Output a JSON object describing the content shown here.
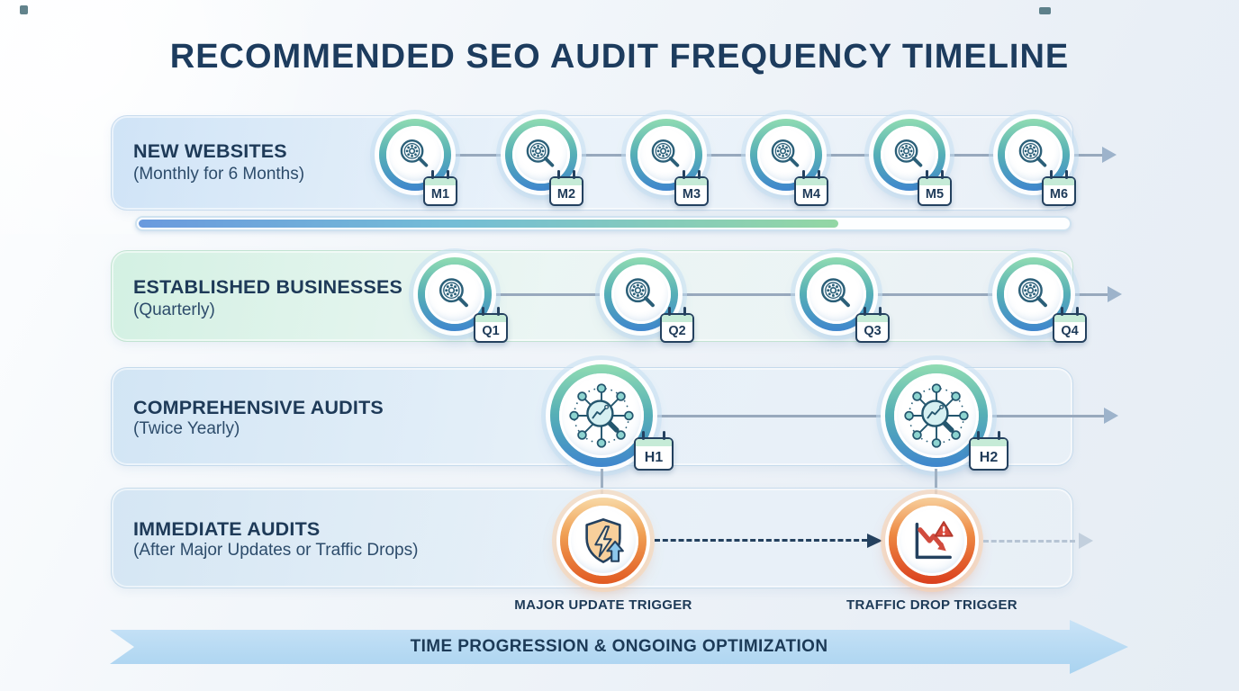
{
  "title": "RECOMMENDED SEO AUDIT FREQUENCY TIMELINE",
  "rows": [
    {
      "id": "new-websites",
      "heading": "NEW WEBSITES",
      "subheading": "(Monthly for 6 Months)",
      "milestones": [
        "M1",
        "M2",
        "M3",
        "M4",
        "M5",
        "M6"
      ]
    },
    {
      "id": "established-businesses",
      "heading": "ESTABLISHED BUSINESSES",
      "subheading": "(Quarterly)",
      "milestones": [
        "Q1",
        "Q2",
        "Q3",
        "Q4"
      ]
    },
    {
      "id": "comprehensive-audits",
      "heading": "COMPREHENSIVE AUDITS",
      "subheading": "(Twice Yearly)",
      "milestones": [
        "H1",
        "H2"
      ]
    },
    {
      "id": "immediate-audits",
      "heading": "IMMEDIATE AUDITS",
      "subheading": "(After Major Updates or Traffic Drops)",
      "triggers": [
        {
          "label": "MAJOR UPDATE TRIGGER",
          "icon": "shield-bolt-icon"
        },
        {
          "label": "TRAFFIC DROP TRIGGER",
          "icon": "traffic-drop-icon"
        }
      ]
    }
  ],
  "progress_percent": 75,
  "footer": {
    "label": "TIME PROGRESSION & ONGOING OPTIMIZATION"
  },
  "icons": {
    "seo-magnifier-icon": "magnifying glass with gear inside lens",
    "network-audit-icon": "magnifying glass with trend chart surrounded by network nodes",
    "shield-bolt-icon": "shield with lightning bolt and blue up arrow",
    "traffic-drop-icon": "declining chart arrow with warning triangle",
    "calendar-icon": "calendar badge with period label"
  },
  "colors": {
    "accent_navy": "#1d3c5e",
    "ring_green": "#90dcb2",
    "ring_blue": "#3f86cd",
    "trigger_orange": "#e8702f",
    "alert_red": "#d8493b",
    "progress_blue": "#6a9ade",
    "progress_green": "#93d7a4",
    "arrow_blue": "#aed6f2",
    "calendar_mint": "#c6ebd7",
    "connector_gray": "#98a9bd"
  }
}
